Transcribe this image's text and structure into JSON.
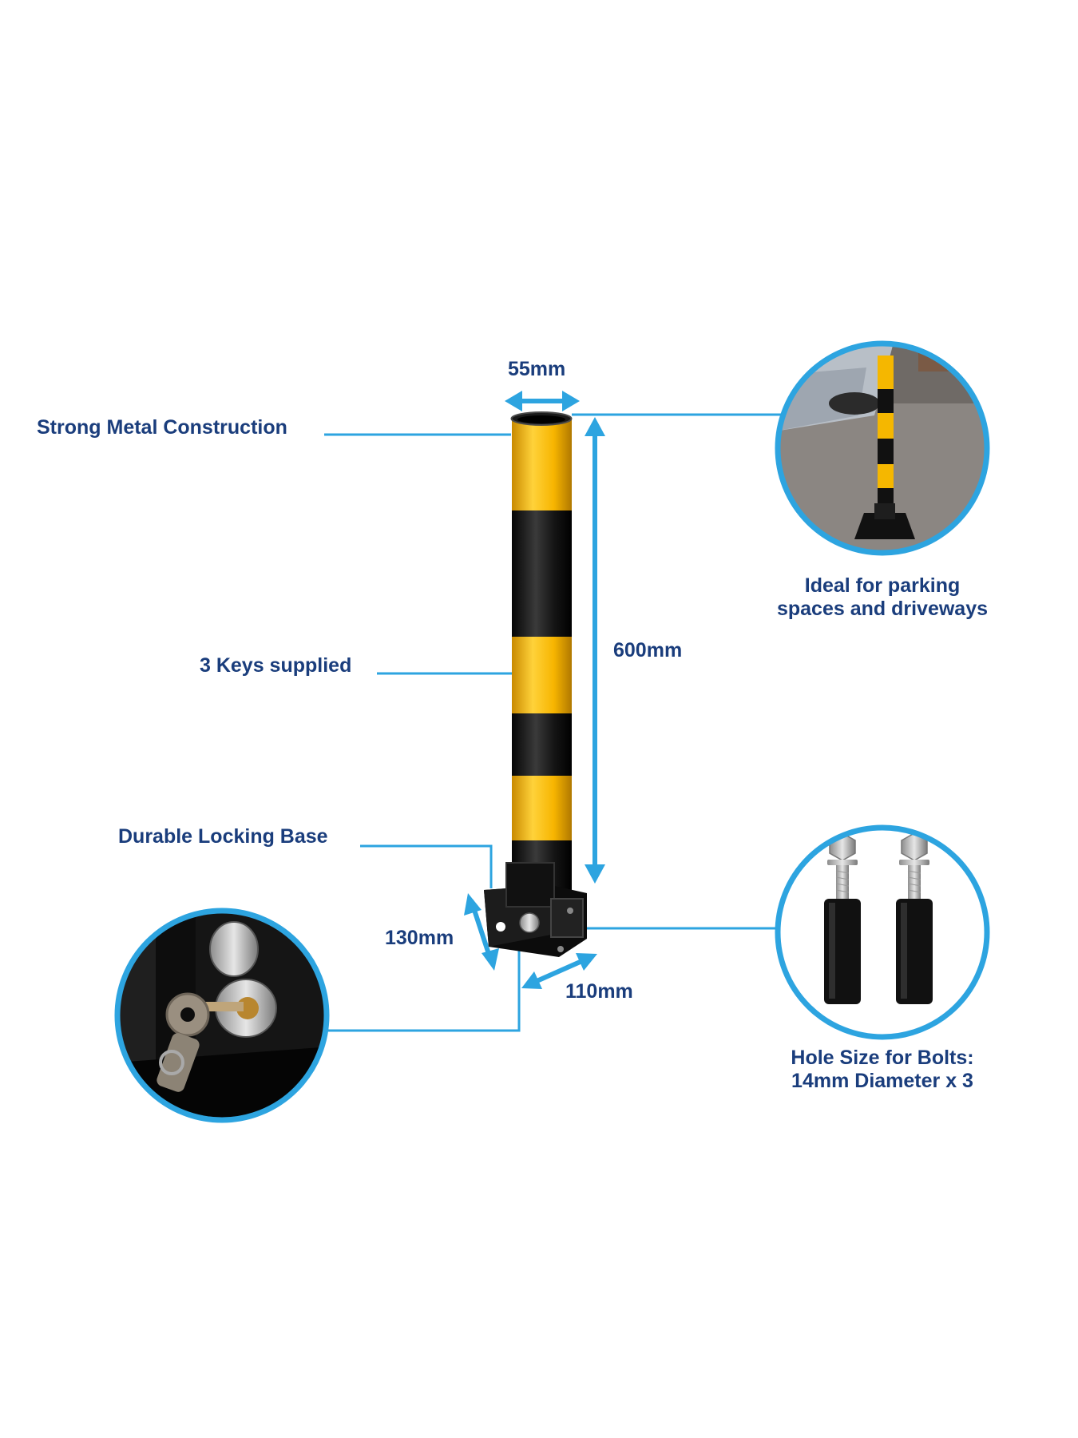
{
  "labels": {
    "strong_metal": "Strong Metal Construction",
    "keys": "3 Keys supplied",
    "locking_base": "Durable Locking Base",
    "width_top": "55mm",
    "height": "600mm",
    "base_depth": "130mm",
    "base_width": "110mm",
    "ideal_line1": "Ideal for parking",
    "ideal_line2": "spaces and driveways",
    "hole_line1": "Hole Size for Bolts:",
    "hole_line2": "14mm Diameter x 3"
  },
  "colors": {
    "label_text": "#1a3d7c",
    "dimension_line": "#2da4e0",
    "post_yellow": "#f7b500",
    "post_black": "#141414",
    "background": "#ffffff"
  }
}
